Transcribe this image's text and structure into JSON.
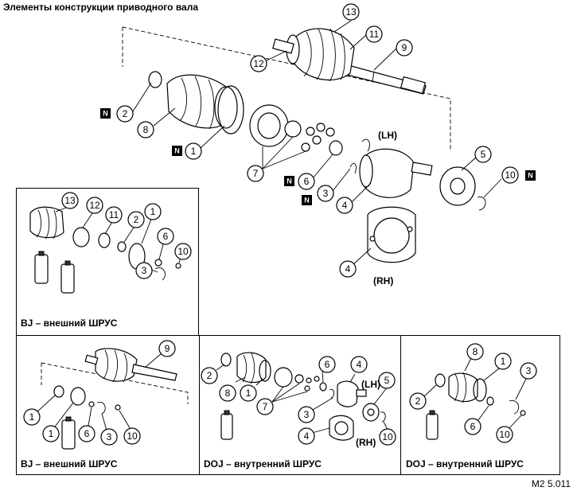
{
  "title": "Элементы конструкции приводного вала",
  "figure_code": "M2 5.011",
  "n_mark": "N",
  "side_labels": {
    "lh": "(LH)",
    "rh": "(RH)"
  },
  "panels": {
    "bj_top": {
      "caption": "BJ – внешний ШРУС"
    },
    "bj_bottom": {
      "caption": "BJ – внешний ШРУС"
    },
    "doj_mid": {
      "caption": "DOJ – внутренний ШРУС"
    },
    "doj_right": {
      "caption": "DOJ – внутренний ШРУС"
    }
  },
  "callouts": {
    "main": [
      "13",
      "12",
      "11",
      "9",
      "2",
      "8",
      "1",
      "7",
      "6",
      "3",
      "4",
      "5",
      "10",
      "4"
    ],
    "bj_top": [
      "13",
      "12",
      "11",
      "2",
      "1",
      "6",
      "10",
      "3"
    ],
    "bj_bottom": [
      "9",
      "1",
      "1",
      "6",
      "3",
      "10"
    ],
    "doj_mid": [
      "2",
      "8",
      "1",
      "7",
      "6",
      "4",
      "3",
      "4",
      "5",
      "10"
    ],
    "doj_right": [
      "8",
      "2",
      "1",
      "3",
      "6",
      "10"
    ]
  }
}
